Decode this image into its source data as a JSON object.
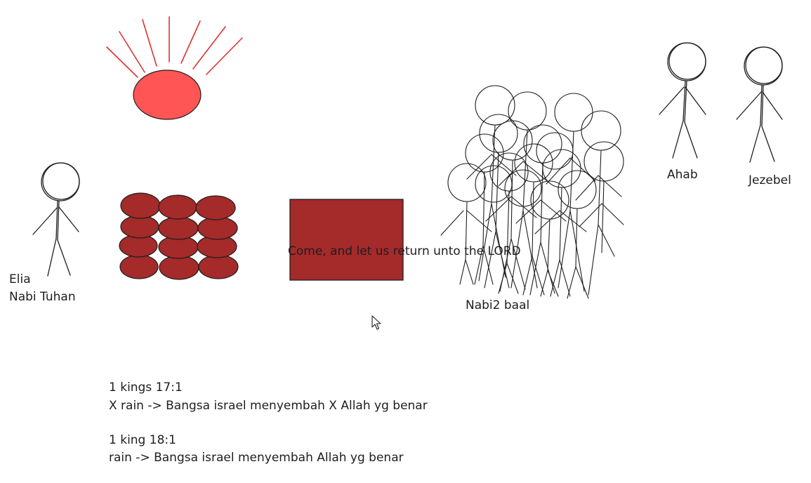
{
  "labels": {
    "elia": "Elia",
    "nabi_tuhan": "Nabi Tuhan",
    "altar_text": "Come, and let us return unto the LORD",
    "nabi_baal": "Nabi2 baal",
    "ahab": "Ahab",
    "jezebel": "Jezebel"
  },
  "notes": {
    "line1": "1 kings 17:1",
    "line2": "X rain -> Bangsa israel menyembah X Allah yg benar",
    "line3": "1 king 18:1",
    "line4": "rain -> Bangsa israel menyembah Allah yg benar"
  },
  "colors": {
    "sun": "#ff5555",
    "sun_rays": "#e03131",
    "stones": "#a52a2a",
    "altar": "#a52a2a",
    "ink": "#1e1e1e"
  },
  "icons": {
    "cursor": "mouse-pointer-icon"
  }
}
